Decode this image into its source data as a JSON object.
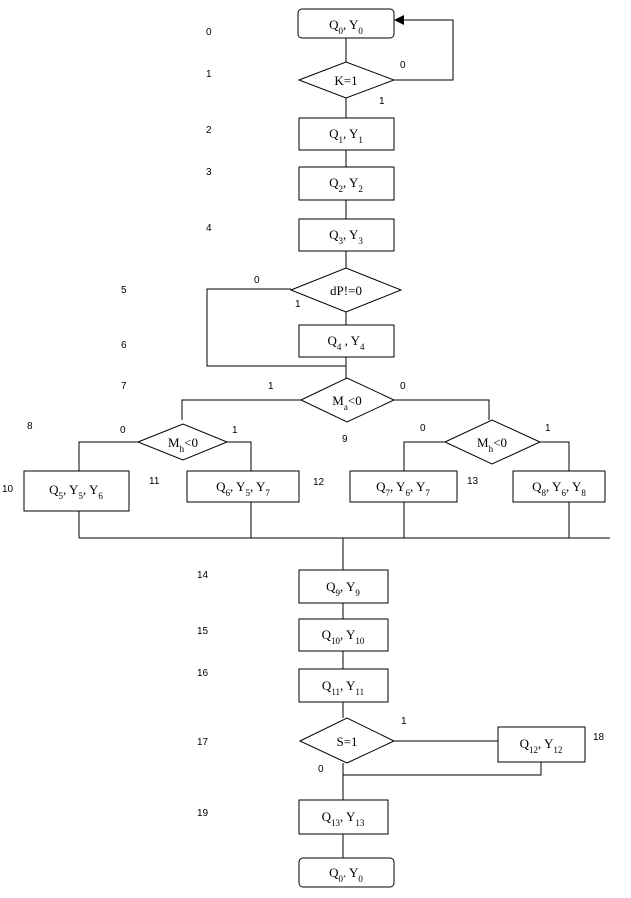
{
  "nodes": [
    {
      "id": "n0_top",
      "main": [
        [
          "Q",
          "0"
        ],
        ", ",
        [
          "Y",
          "0"
        ]
      ]
    },
    {
      "id": "d_k",
      "main": [
        "K=1"
      ]
    },
    {
      "id": "n1",
      "main": [
        [
          "Q",
          "1"
        ],
        ", ",
        [
          "Y",
          "1"
        ]
      ]
    },
    {
      "id": "n2",
      "main": [
        [
          "Q",
          "2"
        ],
        ", ",
        [
          "Y",
          "2"
        ]
      ]
    },
    {
      "id": "n3",
      "main": [
        [
          "Q",
          "3"
        ],
        ", ",
        [
          "Y",
          "3"
        ]
      ]
    },
    {
      "id": "d_dp",
      "main": [
        "dP!=0"
      ]
    },
    {
      "id": "n4",
      "main": [
        [
          "Q",
          "4"
        ],
        " , ",
        [
          "Y",
          "4"
        ]
      ]
    },
    {
      "id": "d_ma",
      "main": [
        [
          "M",
          "a"
        ],
        "<0"
      ]
    },
    {
      "id": "d_mh_l",
      "main": [
        [
          "M",
          "h"
        ],
        "<0"
      ]
    },
    {
      "id": "d_mh_r",
      "main": [
        [
          "M",
          "h"
        ],
        "<0"
      ]
    },
    {
      "id": "n5",
      "main": [
        [
          "Q",
          "5"
        ],
        ", ",
        [
          "Y",
          "5"
        ],
        ",  ",
        [
          "Y",
          "6"
        ]
      ]
    },
    {
      "id": "n6",
      "main": [
        [
          "Q",
          "6"
        ],
        ", ",
        [
          "Y",
          "5"
        ],
        ",  ",
        [
          "Y",
          "7"
        ]
      ]
    },
    {
      "id": "n7",
      "main": [
        [
          "Q",
          "7"
        ],
        ", ",
        [
          "Y",
          "6"
        ],
        ",  ",
        [
          "Y",
          "7"
        ]
      ]
    },
    {
      "id": "n8",
      "main": [
        [
          "Q",
          "8"
        ],
        ", ",
        [
          "Y",
          "6"
        ],
        ",  ",
        [
          "Y",
          "8"
        ]
      ]
    },
    {
      "id": "n9",
      "main": [
        [
          "Q",
          "9"
        ],
        ", ",
        [
          "Y",
          "9"
        ]
      ]
    },
    {
      "id": "n10",
      "main": [
        [
          "Q",
          "10"
        ],
        ", ",
        [
          "Y",
          "10"
        ]
      ]
    },
    {
      "id": "n11",
      "main": [
        [
          "Q",
          "11"
        ],
        ", ",
        [
          "Y",
          "11"
        ]
      ]
    },
    {
      "id": "d_s",
      "main": [
        "S=1"
      ]
    },
    {
      "id": "n12",
      "main": [
        [
          "Q",
          "12"
        ],
        ", ",
        [
          "Y",
          "12"
        ]
      ]
    },
    {
      "id": "n13",
      "main": [
        [
          "Q",
          "13"
        ],
        ", ",
        [
          "Y",
          "13"
        ]
      ]
    },
    {
      "id": "n0_bottom",
      "main": [
        [
          "Q",
          "0"
        ],
        ". ",
        [
          "Y",
          "0"
        ]
      ]
    }
  ],
  "step_numbers": [
    "0",
    "1",
    "2",
    "3",
    "4",
    "5",
    "6",
    "7",
    "8",
    "9",
    "10",
    "11",
    "12",
    "13",
    "14",
    "15",
    "16",
    "17",
    "18",
    "19"
  ],
  "branch_labels": {
    "k_false": "0",
    "k_true": "1",
    "dp_false": "0",
    "dp_true": "1",
    "ma_true": "1",
    "ma_false": "0",
    "mhl_false": "0",
    "mhl_true": "1",
    "mhr_false": "0",
    "mhr_true": "1",
    "s_true": "1",
    "s_false": "0"
  }
}
